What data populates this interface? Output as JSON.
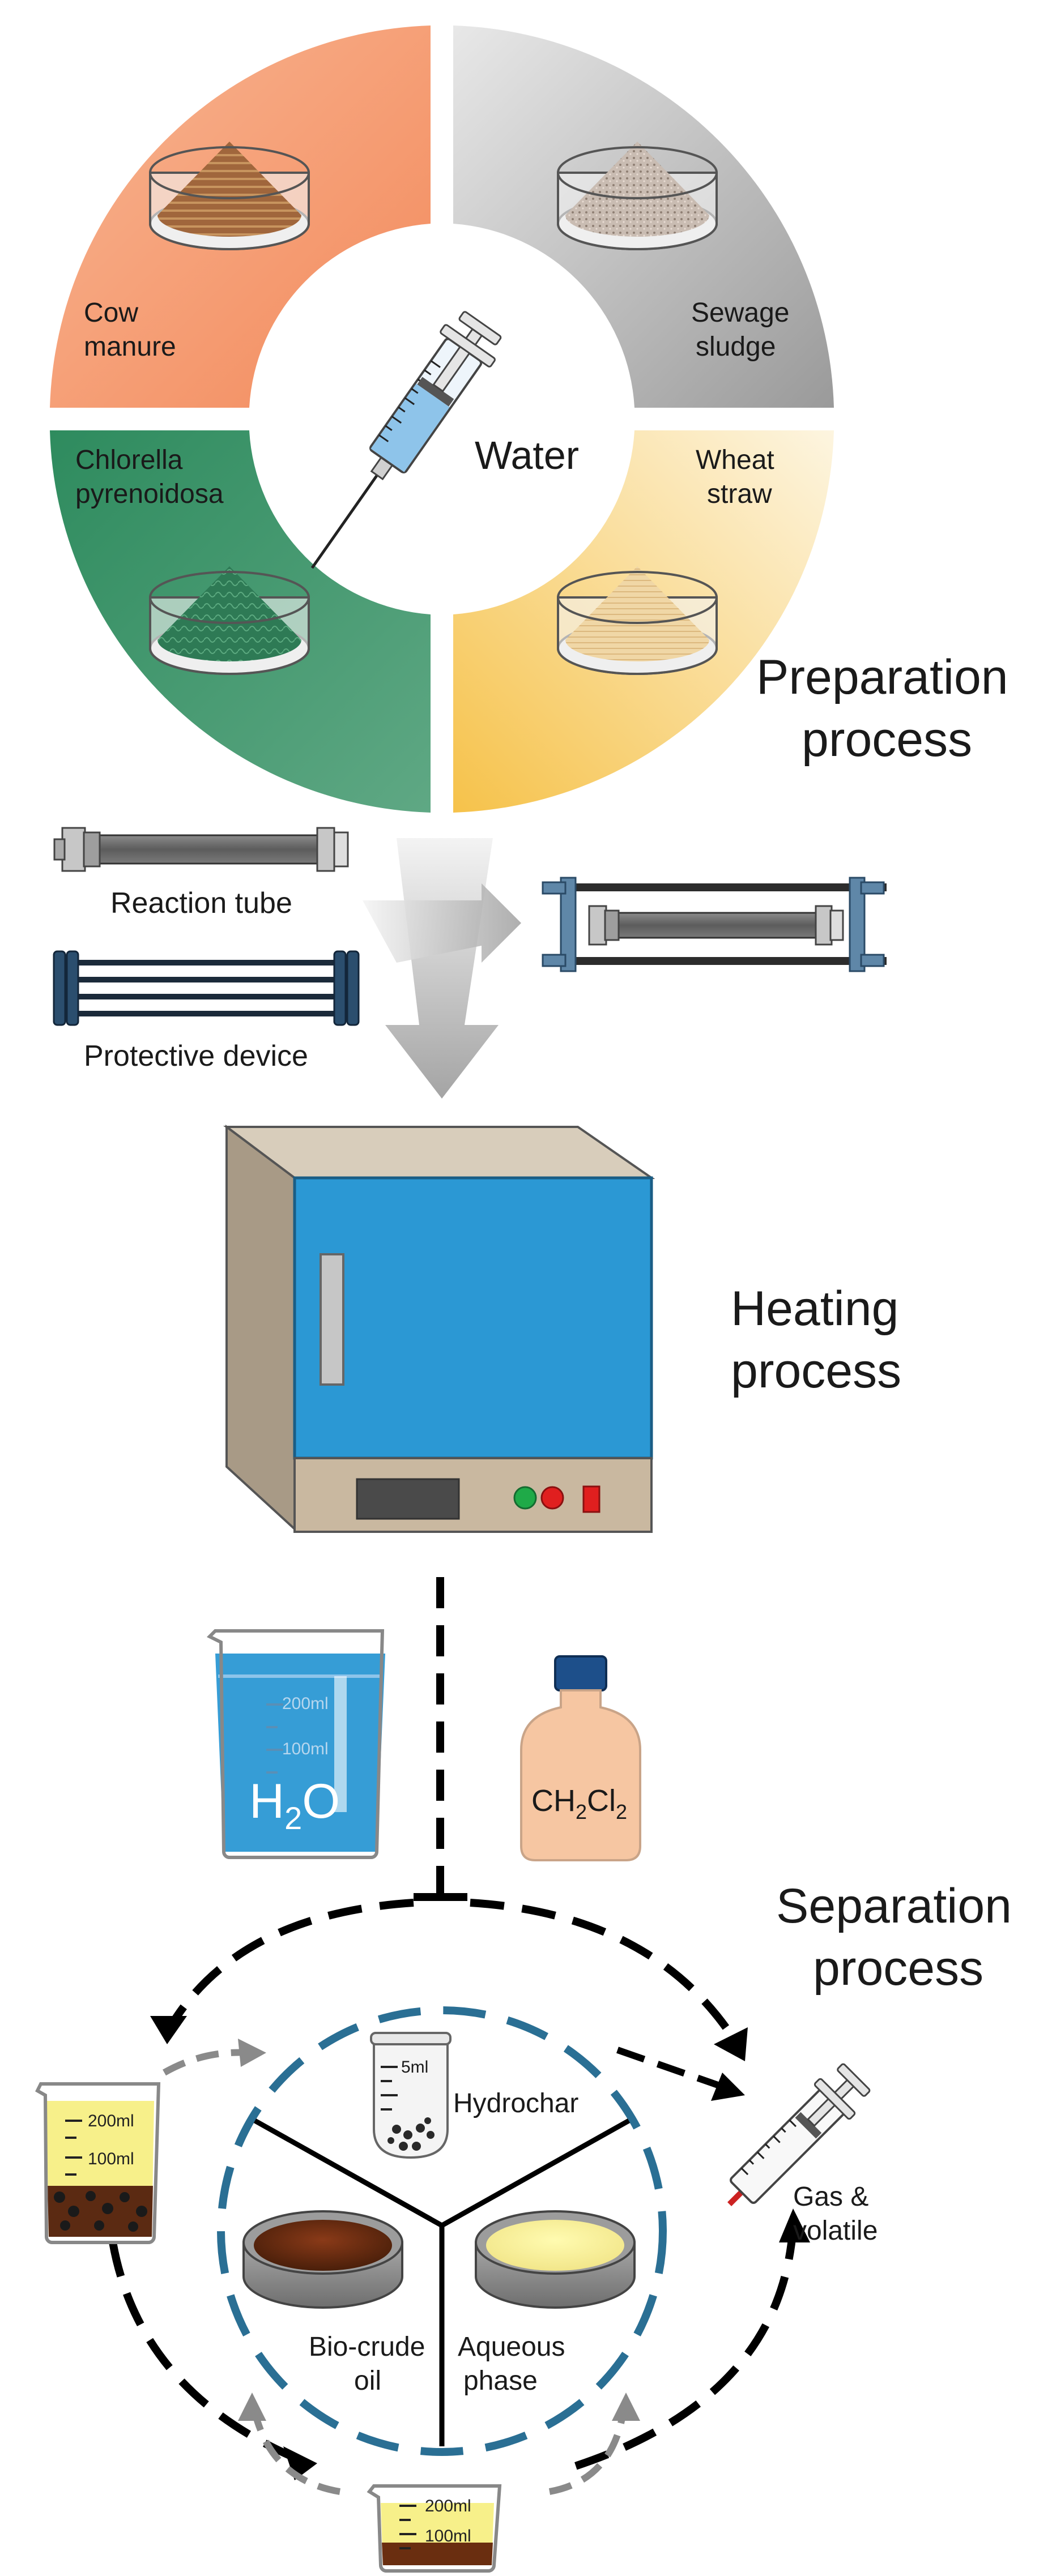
{
  "preparation": {
    "title_line1": "Preparation",
    "title_line2": "process",
    "center_label": "Water",
    "samples": [
      {
        "line1": "Cow",
        "line2": "manure"
      },
      {
        "line1": "Sewage",
        "line2": "sludge"
      },
      {
        "line1": "Chlorella",
        "line2": "pyrenoidosa"
      },
      {
        "line1": "Wheat",
        "line2": "straw"
      }
    ],
    "reaction_tube_label": "Reaction tube",
    "protective_device_label": "Protective device"
  },
  "heating": {
    "title_line1": "Heating",
    "title_line2": "process"
  },
  "solvents": {
    "water_formula": "H2O",
    "water_h": "H",
    "water_sub": "2",
    "water_o": "O",
    "dcm_ch": "CH",
    "dcm_sub1": "2",
    "dcm_cl": "Cl",
    "dcm_sub2": "2",
    "beaker_mark_high": "200ml",
    "beaker_mark_low": "100ml"
  },
  "separation": {
    "title_line1": "Separation",
    "title_line2": "process",
    "tube_mark": "5ml",
    "hydrochar_label": "Hydrochar",
    "biocrude_line1": "Bio-crude",
    "biocrude_line2": "oil",
    "aqueous_line1": "Aqueous",
    "aqueous_line2": "phase",
    "gas_line1": "Gas &",
    "gas_line2": "volatile",
    "beaker_mark_high": "200ml",
    "beaker_mark_low": "100ml"
  },
  "colors": {
    "cow_manure": "#f4a57c",
    "sewage_sludge": "#b8b8b8",
    "chlorella": "#2f8a5e",
    "wheat_straw": "#f5cf6a",
    "oven_door": "#2b98d4",
    "oven_body": "#c9b8a0",
    "dash_ring": "#2a6f94"
  }
}
